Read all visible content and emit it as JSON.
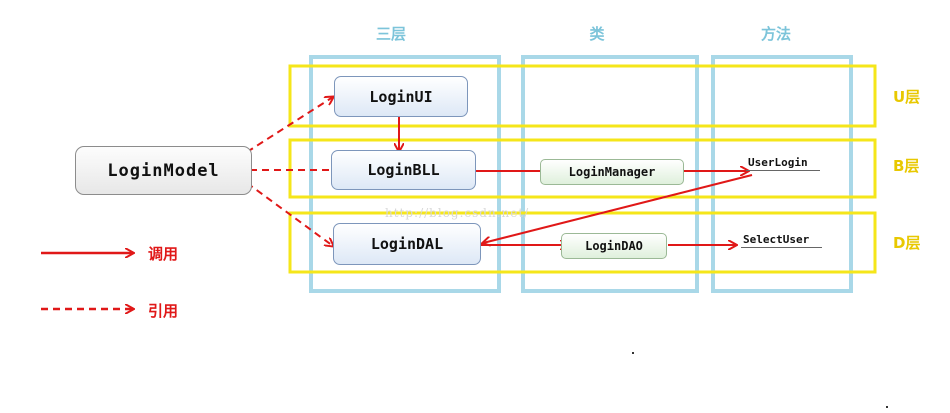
{
  "columns": {
    "tier": "三层",
    "class": "类",
    "method": "方法"
  },
  "layers": {
    "ui": "U层",
    "bll": "B层",
    "dal": "D层"
  },
  "nodes": {
    "login_model": "LoginModel",
    "login_ui": "LoginUI",
    "login_bll": "LoginBLL",
    "login_dal": "LoginDAL",
    "login_manager": "LoginManager",
    "login_dao": "LoginDAO"
  },
  "methods": {
    "user_login": "UserLogin",
    "select_user": "SelectUser"
  },
  "legend": {
    "call": "调用",
    "reference": "引用"
  },
  "watermark": "http://blog.csdn.net/",
  "colors": {
    "frame_blue": "#a9d8e8",
    "layer_yellow": "#f5e61a",
    "arrow_red": "#e01818"
  }
}
